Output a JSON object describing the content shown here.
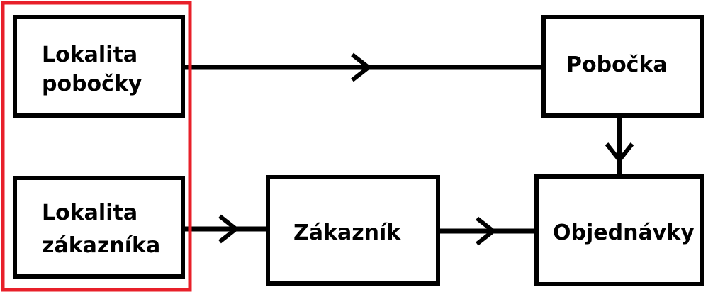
{
  "colors": {
    "line": "#000000",
    "highlight": "#e8202a",
    "background": "#ffffff"
  },
  "nodes": {
    "lokalita_pobocky": {
      "line1": "Lokalita",
      "line2": "pobočky"
    },
    "lokalita_zakaznika": {
      "line1": "Lokalita",
      "line2": "zákazníka"
    },
    "pobocka": {
      "label": "Pobočka"
    },
    "zakaznik": {
      "label": "Zákazník"
    },
    "objednavky": {
      "label": "Objednávky"
    }
  },
  "edges": [
    {
      "from": "lokalita_pobocky",
      "to": "pobocka"
    },
    {
      "from": "lokalita_zakaznika",
      "to": "zakaznik"
    },
    {
      "from": "zakaznik",
      "to": "objednavky"
    },
    {
      "from": "pobocka",
      "to": "objednavky"
    }
  ],
  "highlight_group": [
    "lokalita_pobocky",
    "lokalita_zakaznika"
  ]
}
